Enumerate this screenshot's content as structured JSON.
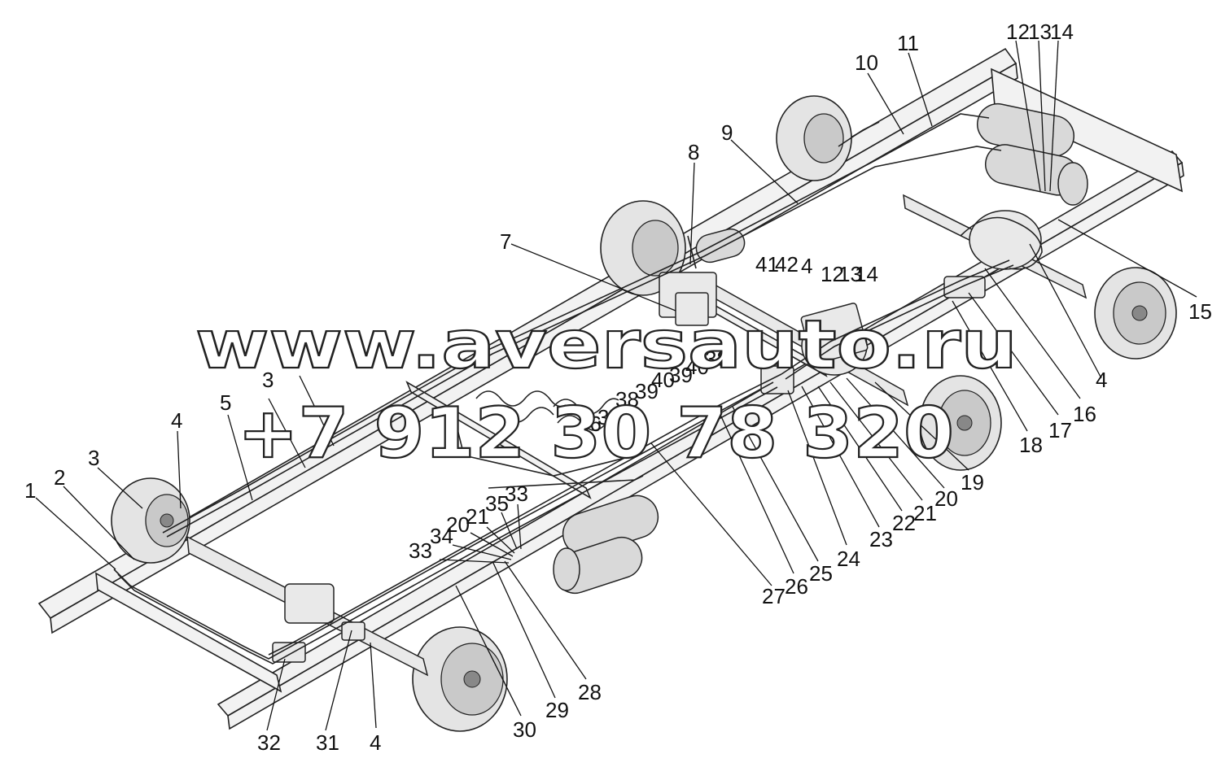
{
  "watermark": {
    "line1": "www.aversauto.ru",
    "line2": "+7 912 30 78 320"
  },
  "callouts": [
    {
      "id": "c1",
      "text": "1"
    },
    {
      "id": "c2",
      "text": "2"
    },
    {
      "id": "c3a",
      "text": "3"
    },
    {
      "id": "c4a",
      "text": "4"
    },
    {
      "id": "c5",
      "text": "5"
    },
    {
      "id": "c3b",
      "text": "3"
    },
    {
      "id": "c6",
      "text": "6"
    },
    {
      "id": "c7",
      "text": "7"
    },
    {
      "id": "c8",
      "text": "8"
    },
    {
      "id": "c9",
      "text": "9"
    },
    {
      "id": "c10",
      "text": "10"
    },
    {
      "id": "c11",
      "text": "11"
    },
    {
      "id": "c12a",
      "text": "12"
    },
    {
      "id": "c13a",
      "text": "13"
    },
    {
      "id": "c14a",
      "text": "14"
    },
    {
      "id": "c15",
      "text": "15"
    },
    {
      "id": "c4b",
      "text": "4"
    },
    {
      "id": "c16",
      "text": "16"
    },
    {
      "id": "c17",
      "text": "17"
    },
    {
      "id": "c18",
      "text": "18"
    },
    {
      "id": "c19",
      "text": "19"
    },
    {
      "id": "c20a",
      "text": "20"
    },
    {
      "id": "c21a",
      "text": "21"
    },
    {
      "id": "c22",
      "text": "22"
    },
    {
      "id": "c23",
      "text": "23"
    },
    {
      "id": "c24",
      "text": "24"
    },
    {
      "id": "c25",
      "text": "25"
    },
    {
      "id": "c26",
      "text": "26"
    },
    {
      "id": "c27",
      "text": "27"
    },
    {
      "id": "c28",
      "text": "28"
    },
    {
      "id": "c29",
      "text": "29"
    },
    {
      "id": "c30",
      "text": "30"
    },
    {
      "id": "c4c",
      "text": "4"
    },
    {
      "id": "c31",
      "text": "31"
    },
    {
      "id": "c32",
      "text": "32"
    },
    {
      "id": "c33a",
      "text": "33"
    },
    {
      "id": "c34",
      "text": "34"
    },
    {
      "id": "c20b",
      "text": "20"
    },
    {
      "id": "c21b",
      "text": "21"
    },
    {
      "id": "c35",
      "text": "35"
    },
    {
      "id": "c33b",
      "text": "33"
    },
    {
      "id": "c36",
      "text": "36"
    },
    {
      "id": "c37",
      "text": "37"
    },
    {
      "id": "c38a",
      "text": "38"
    },
    {
      "id": "c39a",
      "text": "39"
    },
    {
      "id": "c40a",
      "text": "40"
    },
    {
      "id": "c39b",
      "text": "39"
    },
    {
      "id": "c40b",
      "text": "40"
    },
    {
      "id": "c38b",
      "text": "38"
    },
    {
      "id": "c41",
      "text": "41"
    },
    {
      "id": "c42",
      "text": "42"
    },
    {
      "id": "c4d",
      "text": "4"
    },
    {
      "id": "c12b",
      "text": "12"
    },
    {
      "id": "c13b",
      "text": "13"
    },
    {
      "id": "c14b",
      "text": "14"
    }
  ]
}
